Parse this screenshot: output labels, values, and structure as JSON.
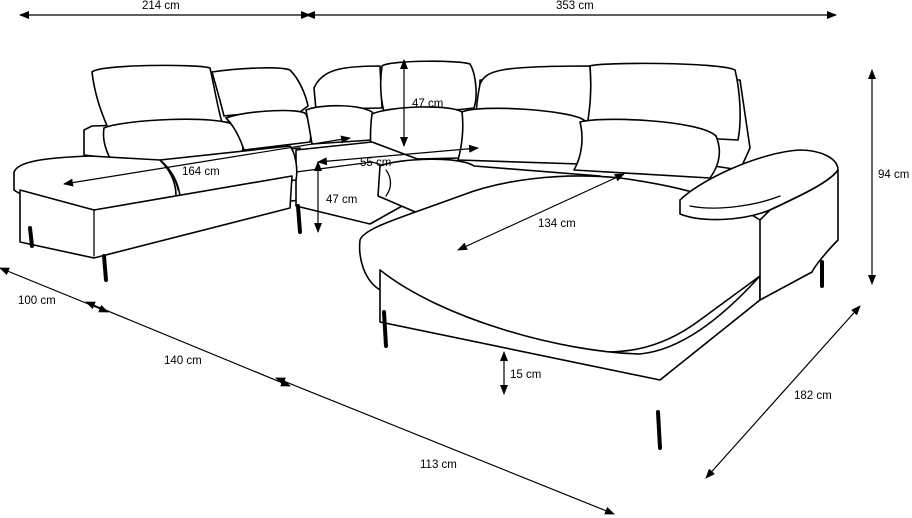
{
  "diagram": {
    "line_color": "#000000",
    "background": "#ffffff",
    "dimensions": {
      "top_left_width": "214 cm",
      "top_right_width": "353 cm",
      "total_height": "94 cm",
      "headrest_height": "47 cm",
      "left_chaise_depth": "164 cm",
      "seat_depth": "55 cm",
      "seat_height": "47 cm",
      "right_chaise_depth": "134 cm",
      "left_arm_width": "100 cm",
      "left_section_width": "140 cm",
      "right_section_width": "113 cm",
      "right_side_depth": "182 cm",
      "leg_height": "15 cm"
    }
  }
}
